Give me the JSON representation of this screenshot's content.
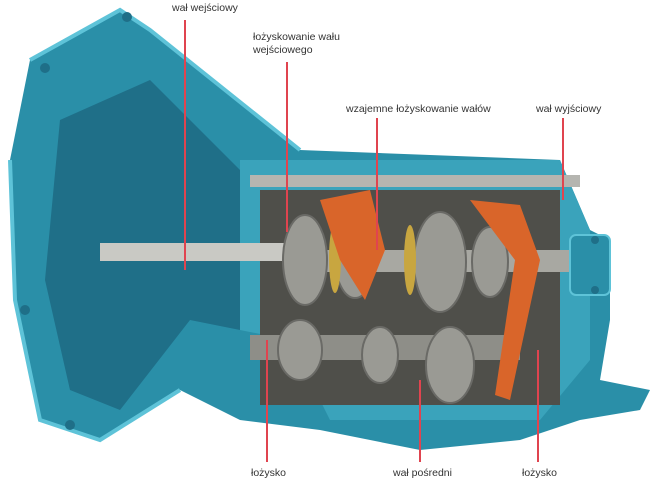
{
  "labels": {
    "input_shaft": "wał wejściowy",
    "input_shaft_bearing_line1": "łożyskowanie wału",
    "input_shaft_bearing_line2": "wejściowego",
    "mutual_shaft_bearing": "wzajemne łożyskowanie wałów",
    "output_shaft": "wał wyjściowy",
    "bearing_left": "łożysko",
    "countershaft": "wał pośredni",
    "bearing_right": "łożysko"
  },
  "colors": {
    "housing": "#2a8fa8",
    "housing_light": "#5ec3d8",
    "gears": "#9a9a94",
    "forks": "#d9652a",
    "leader": "#e0444f"
  }
}
